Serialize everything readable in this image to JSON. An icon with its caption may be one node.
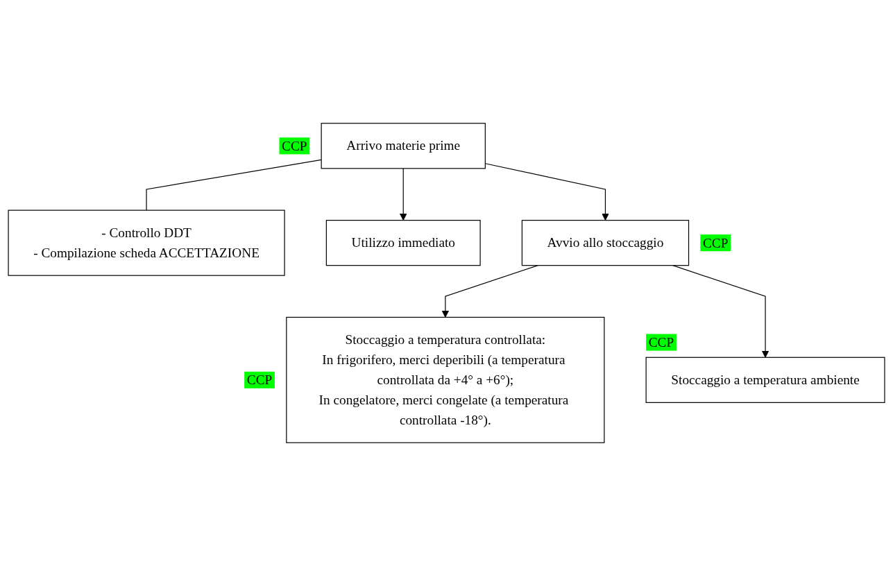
{
  "diagram": {
    "nodes": [
      {
        "text": [
          "Arrivo materie prime"
        ],
        "beside": [
          "CCP"
        ]
      },
      {
        "text": [
          "- Controllo DDT",
          "- Compilazione scheda ACCETTAZIONE"
        ]
      },
      {
        "text": [
          "Utilizzo immediato"
        ]
      },
      {
        "text": [
          "Avvio allo stoccaggio"
        ],
        "beside": [
          "CCP"
        ]
      },
      {
        "text": [
          "Stoccaggio a temperatura controllata:",
          "In frigorifero, merci deperibili (a temperatura controllata da +4° a +6°);",
          "In congelatore, merci congelate (a temperatura controllata -18°)."
        ],
        "beside": [
          "CCP"
        ]
      },
      {
        "text": [
          "Stoccaggio a temperatura ambiente"
        ],
        "beside": [
          "CCP"
        ]
      }
    ],
    "edges": [
      {
        "from": 0,
        "to": 1,
        "arrow": "none"
      },
      {
        "from": 0,
        "to": 2,
        "arrow": "to"
      },
      {
        "from": 0,
        "to": 3,
        "arrow": "to"
      },
      {
        "from": 3,
        "to": 4,
        "arrow": "to"
      },
      {
        "from": 3,
        "to": 5,
        "arrow": "to"
      }
    ]
  }
}
